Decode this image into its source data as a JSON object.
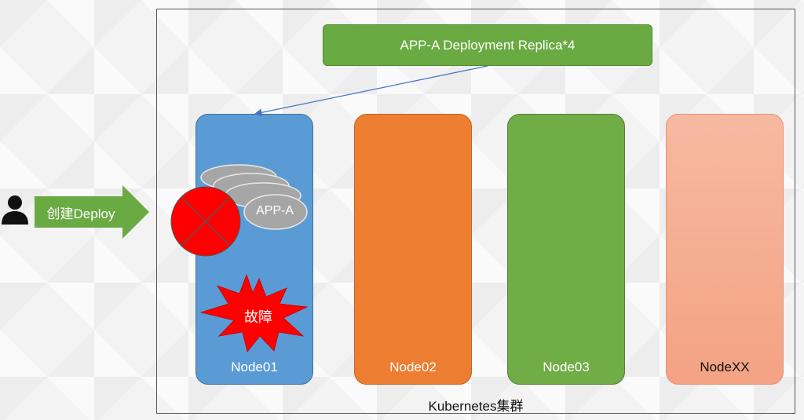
{
  "deployment": {
    "label": "APP-A Deployment Replica*4"
  },
  "cluster": {
    "label": "Kubernetes集群"
  },
  "nodes": [
    {
      "label": "Node01",
      "color": "#5b9bd5",
      "text_color": "#ffffff"
    },
    {
      "label": "Node02",
      "color": "#ed7d31",
      "text_color": "#ffffff"
    },
    {
      "label": "Node03",
      "color": "#70ad47",
      "text_color": "#ffffff"
    },
    {
      "label": "NodeXX",
      "color": "#f4a284",
      "text_color": "#111111"
    }
  ],
  "user": {
    "icon": "person-icon"
  },
  "action": {
    "label": "创建Deploy",
    "color": "#6aaa42"
  },
  "pods": {
    "label": "APP-A",
    "count": 4,
    "color": "#a6a6a6"
  },
  "fault": {
    "label": "故障",
    "color": "#ff0000",
    "icon": "failure-x-icon"
  },
  "connector": {
    "color": "#4472c4"
  }
}
